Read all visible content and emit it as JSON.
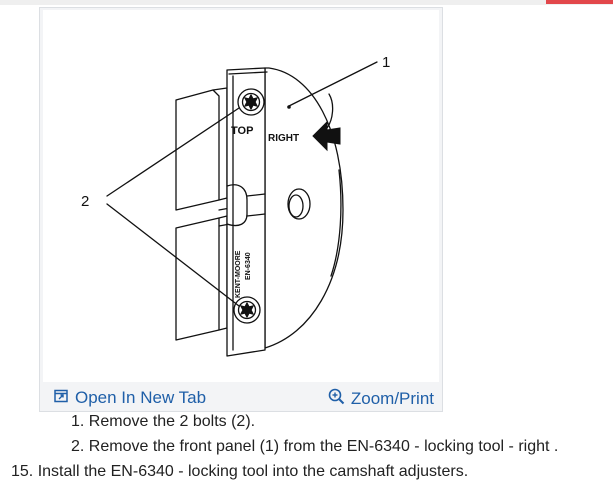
{
  "figure": {
    "callouts": {
      "panel": "1",
      "bolts": "2"
    },
    "tool_labels": {
      "top": "TOP",
      "right": "RIGHT",
      "maker": "KENT-MOORE",
      "part": "EN-6340"
    },
    "open_tab_label": "Open In New Tab",
    "zoom_print_label": "Zoom/Print",
    "icons": {
      "open_tab": "open-new-tab-icon",
      "zoom": "zoom-in-icon"
    },
    "link_color": "#1f5fa8"
  },
  "steps": [
    {
      "number": "1.",
      "text": "Remove the 2 bolts (2)."
    },
    {
      "number": "2.",
      "text": "Remove the front panel (1) from the EN-6340 - locking tool - right ."
    }
  ],
  "next_step": {
    "number": "15.",
    "text": "Install the EN-6340 - locking tool into the camshaft adjusters."
  }
}
